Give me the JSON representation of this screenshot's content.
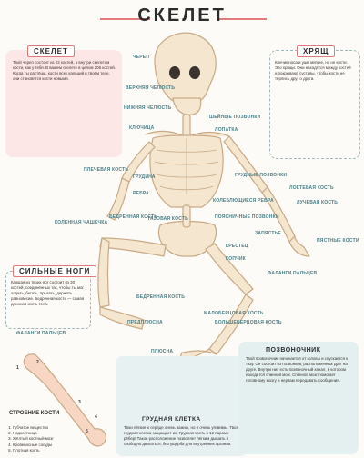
{
  "title": "СКЕЛЕТ",
  "skeleton_box": {
    "title": "СКЕЛЕТ",
    "text": "Твой череп состоит из 22 костей, а внутри скелетом кости, как у тебя. В вашем скелете в целом 206 костей. Когда ты растёшь, кости всех кальций в твоём теле, они становятся кости новыми."
  },
  "joints_box": {
    "title": "ХРЯЩ",
    "text": "Кончик носа и уши мягкие, но не кости. Это хрящи. Они находятся между костей и покрывают суставы, чтобы кости не тёрлись друг о друга."
  },
  "legs_box": {
    "title": "СИЛЬНЫЕ НОГИ",
    "text": "Каждая из твоих ног состоит из 30 костей, соединённых так, чтобы ты мог ходить, бегать, прыгать, держать равновесие. Бедренная кость — самая длинная кость тела."
  },
  "labels": {
    "skull": "ЧЕРЕП",
    "upper_jaw": "ВЕРХНЯЯ ЧЕЛЮСТЬ",
    "lower_jaw": "НИЖНЯЯ ЧЕЛЮСТЬ",
    "collarbone": "КЛЮЧИЦА",
    "cervical": "ШЕЙНЫЕ ПОЗВОНКИ",
    "scapula": "ЛОПАТКА",
    "humerus": "ПЛЕЧЕВАЯ КОСТЬ",
    "sternum": "ГРУДИНА",
    "thoracic": "ГРУДНЫЕ ПОЗВОНКИ",
    "ulna": "ЛОКТЕВАЯ КОСТЬ",
    "rib": "РЕБРА",
    "floating_rib": "КОЛЕБЛЮЩИЕСЯ РЕБРА",
    "radius": "ЛУЧЕВАЯ КОСТЬ",
    "kneecap": "КОЛЕННАЯ ЧАШЕЧКА",
    "femur_small": "БЕДРЕННАЯ КОСТЬ",
    "pelvis": "ТАЗОВАЯ КОСТЬ",
    "lumbar": "ПОЯСНИЧНЫЕ ПОЗВОНКИ",
    "wrist": "ЗАПЯСТЬЕ",
    "metacarpal": "ПЯСТНЫЕ КОСТИ",
    "sacrum": "КРЕСТЕЦ",
    "coccyx": "КОПЧИК",
    "finger_phalanges": "ФАЛАНГИ ПАЛЬЦЕВ",
    "toe_phalanges": "ФАЛАНГИ ПАЛЬЦЕВ",
    "femur": "БЕДРЕННАЯ КОСТЬ",
    "tibia": "МАЛОБЕРЦОВАЯ КОСТЬ",
    "metatarsal": "ПЛЮСНА",
    "tarsus": "ПРЕДПЛЮСНА",
    "fibula": "БОЛЬШЕБЕРЦОВАЯ КОСТЬ"
  },
  "structure": {
    "title": "СТРОЕНИЕ КОСТИ",
    "items": [
      "Губчатое вещество",
      "Надкостница",
      "Жёлтый костный мозг",
      "Кровеносные сосуды",
      "Плотная кость"
    ],
    "markers": [
      "1",
      "2",
      "3",
      "4",
      "5"
    ]
  },
  "chest": {
    "title": "ГРУДНАЯ КЛЕТКА",
    "text": "Твои лёгкие и сердце очень важны, но и очень уязвимы. Твоя грудная клетка защищает их. Грудная кость и 12 парами рёбер! Такое расположение позволяет лёгким дышать и свободно двигаться, без ущерба для внутренних органов."
  },
  "spine": {
    "title": "ПОЗВОНОЧНИК",
    "text": "Твой позвоночник начинается от головы и спускается к тазу. Он состоит из позвонков, расположенных друг на друге. Внутри них есть позвоночный канал, в котором находится спинной мозг. Спинной мозг помогает головному мозгу и нервам передавать сообщения."
  },
  "colors": {
    "bone": "#f5e6cf",
    "bone_outline": "#c8a985",
    "accent_red": "#e27a7a",
    "label_teal": "#4a7e86",
    "pink_bg": "#fde6e6",
    "teal_bg": "#e3f0ef"
  }
}
